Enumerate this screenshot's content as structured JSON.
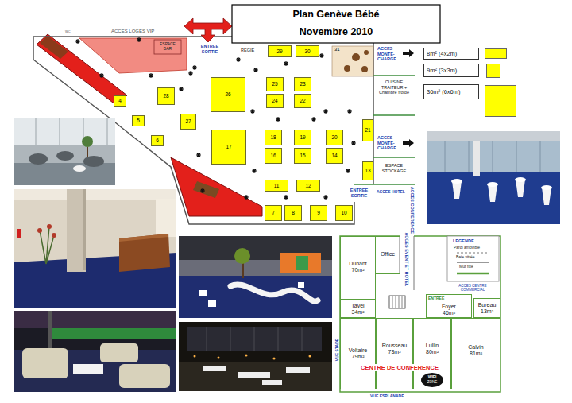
{
  "diagram": {
    "title": "Plan Genève Bébé",
    "nodes": [
      {
        "text": [
          "29"
        ]
      },
      {
        "text": [
          "30"
        ]
      },
      {
        "text": [
          "31"
        ]
      },
      {
        "text": [
          "25"
        ]
      },
      {
        "text": [
          "23"
        ]
      },
      {
        "text": [
          "26"
        ]
      },
      {
        "text": [
          "28"
        ]
      },
      {
        "text": [
          "24"
        ]
      },
      {
        "text": [
          "22"
        ]
      },
      {
        "text": [
          "4"
        ]
      },
      {
        "text": [
          "27"
        ]
      },
      {
        "text": [
          "5"
        ]
      },
      {
        "text": [
          "21"
        ]
      },
      {
        "text": [
          "18"
        ]
      },
      {
        "text": [
          "19"
        ]
      },
      {
        "text": [
          "20"
        ]
      },
      {
        "text": [
          "17"
        ]
      },
      {
        "text": [
          "6"
        ]
      },
      {
        "text": [
          "16"
        ]
      },
      {
        "text": [
          "15"
        ]
      },
      {
        "text": [
          "14"
        ]
      },
      {
        "text": [
          "13"
        ]
      },
      {
        "text": [
          "11"
        ]
      },
      {
        "text": [
          "12"
        ]
      },
      {
        "text": [
          "7"
        ]
      },
      {
        "text": [
          "8"
        ]
      },
      {
        "text": [
          "9"
        ]
      },
      {
        "text": [
          "10"
        ]
      },
      {
        "text": [
          "Dunant 70m²"
        ]
      },
      {
        "text": [
          "Office"
        ]
      },
      {
        "text": [
          "Tavel 34m²"
        ]
      },
      {
        "text": [
          "Foyer 46m²"
        ]
      },
      {
        "text": [
          "Bureau 13m²"
        ]
      },
      {
        "text": [
          "Voltaire 79m²"
        ]
      },
      {
        "text": [
          "Rousseau 73m²"
        ]
      },
      {
        "text": [
          "Lullin 80m²"
        ]
      },
      {
        "text": [
          "Calvin 81m²"
        ]
      }
    ],
    "labels": [
      "Novembre 2010",
      "ACCES LOGES VIP",
      "ESPACE BAR",
      "ENTREE SORTIE",
      "REGIE",
      "ACCES MONTE-CHARGE",
      "CUISINE TRAITEUR + Chambre froide",
      "ACCES MONTE-CHARGE",
      "ESPACE STOCKAGE",
      "ENTREE SORTIE",
      "ACCES HOTEL",
      "ACCES CONFERENCE",
      "ACCES EVENT ET HOTEL",
      "LEGENDE",
      "ENTREE",
      "ACCES CENTRE COMMERCIAL",
      "CENTRE DE CONFERENCE",
      "VUE STADE",
      "VUE ESPLANADE",
      "WIFI",
      "ZONE",
      "WC"
    ],
    "legend": [
      {
        "text": "8m² (4x2m)",
        "color": "#ffff00"
      },
      {
        "text": "9m² (3x3m)",
        "color": "#ffff00"
      },
      {
        "text": "36m² (6x6m)",
        "color": "#ffff00"
      },
      {
        "text": "Paroi amovible"
      },
      {
        "text": "Baie vitrée"
      },
      {
        "text": "Mur fixe"
      }
    ]
  }
}
